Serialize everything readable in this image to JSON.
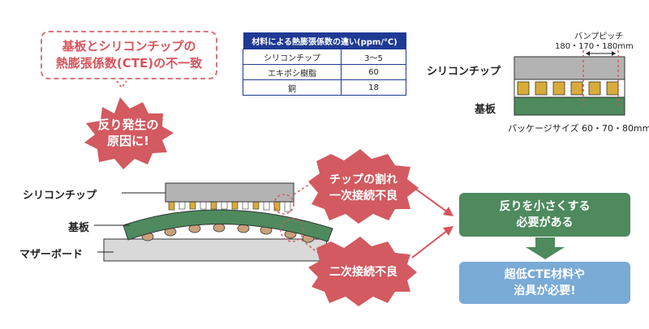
{
  "mismatch_note": {
    "line1": "基板とシリコンチップの",
    "line2": "熱膨張係数(CTE)の不一致"
  },
  "cause_bubble": {
    "line1": "反り発生の",
    "line2": "原因に!"
  },
  "cte_table": {
    "header": "材料による熱膨張係数の違い(ppm/℃)",
    "rows": [
      {
        "material": "シリコンチップ",
        "value": "3～5"
      },
      {
        "material": "エキポシ樹脂",
        "value": "60"
      },
      {
        "material": "銅",
        "value": "18"
      }
    ]
  },
  "package_diagram": {
    "bump_pitch_label": "バンプピッチ",
    "bump_pitch_values": "180・170・180mm",
    "chip_label": "シリコンチップ",
    "substrate_label": "基板",
    "package_size": "パッケージサイズ 60・70・80mm",
    "colors": {
      "chip": "#b3b3b3",
      "bump": "#d9ab3a",
      "substrate": "#4e8a5e"
    }
  },
  "warp_diagram": {
    "chip_label": "シリコンチップ",
    "substrate_label": "基板",
    "motherboard_label": "マザーボード",
    "colors": {
      "motherboard": "#d9d9d9",
      "ball": "#c9a07a"
    }
  },
  "failure_bubbles": {
    "chip_crack": {
      "line1": "チップの割れ",
      "line2": "一次接続不良"
    },
    "secondary": {
      "line1": "二次接続不良"
    },
    "color": "#d25a60"
  },
  "solution": {
    "goal": {
      "line1": "反りを小さくする",
      "line2": "必要がある"
    },
    "action": {
      "line1": "超低CTE材料や",
      "line2": "治具が必要!"
    },
    "colors": {
      "goal": "#4e8a5e",
      "action": "#7aaad6",
      "arrow": "#d9535c"
    }
  }
}
